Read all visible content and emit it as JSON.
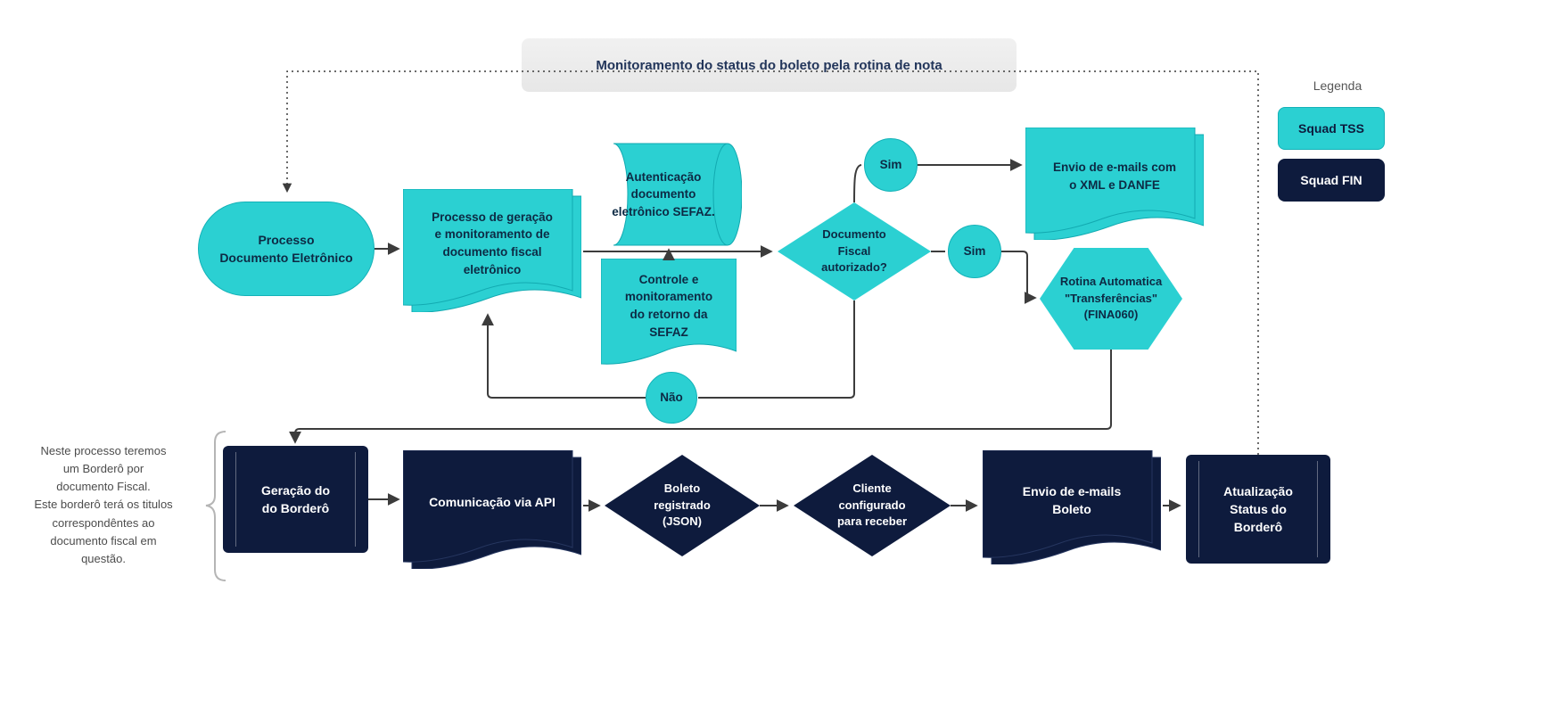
{
  "banner": {
    "label": "Monitoramento do status do boleto pela rotina de nota"
  },
  "legend": {
    "title": "Legenda",
    "items": [
      {
        "label": "Squad TSS",
        "color": "#2bd0d2"
      },
      {
        "label": "Squad FIN",
        "color": "#0e1b3d"
      }
    ]
  },
  "annotation": {
    "text": "Neste processo teremos\num Borderô por\ndocumento Fiscal.\nEste borderô terá os titulos\ncorrespondêntes ao\ndocumento fiscal em\nquestão."
  },
  "nodes": {
    "processo_documento_eletronico": {
      "label": "Processo\nDocumento Eletrônico"
    },
    "processo_geracao_monitoramento": {
      "label": "Processo de geração\ne monitoramento de\ndocumento fiscal\neletrônico"
    },
    "autenticacao_sefaz": {
      "label": "Autenticação\ndocumento\neletrônico SEFAZ."
    },
    "controle_retorno_sefaz": {
      "label": "Controle e\nmonitoramento\ndo retorno da\nSEFAZ"
    },
    "documento_fiscal_autorizado": {
      "label": "Documento\nFiscal\nautorizado?"
    },
    "sim_email": {
      "label": "Sim"
    },
    "sim_rotina": {
      "label": "Sim"
    },
    "nao": {
      "label": "Não"
    },
    "envio_emails_xml_danfe": {
      "label": "Envio de e-mails com\no XML e DANFE"
    },
    "rotina_transferencias": {
      "label": "Rotina Automatica\n\"Transferências\"\n(FINA060)"
    },
    "geracao_bordero": {
      "label": "Geração do\ndo Borderô"
    },
    "comunicacao_api": {
      "label": "Comunicação via API"
    },
    "boleto_registrado": {
      "label": "Boleto\nregistrado\n(JSON)"
    },
    "cliente_configurado": {
      "label": "Cliente\nconfigurado\npara receber"
    },
    "envio_emails_boleto": {
      "label": "Envio de e-mails\nBoleto"
    },
    "atualizacao_status_bordero": {
      "label": "Atualização\nStatus do\nBorderô"
    }
  }
}
